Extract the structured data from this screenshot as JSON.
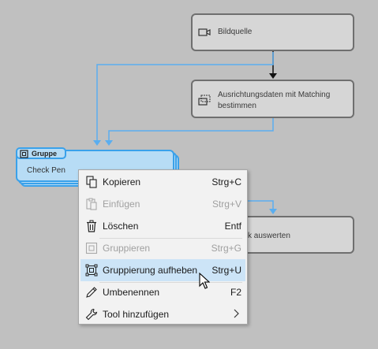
{
  "nodes": {
    "bildquelle": {
      "label": "Bildquelle"
    },
    "ausrichtung": {
      "label_line1": "Ausrichtungsdaten mit Matching",
      "label_line2": "bestimmen"
    },
    "auswerten": {
      "label": "k auswerten"
    }
  },
  "group": {
    "title": "Gruppe",
    "subtitle": "Check Pen"
  },
  "context_menu": {
    "items": [
      {
        "label": "Kopieren",
        "shortcut": "Strg+C",
        "icon": "copy-icon",
        "enabled": true
      },
      {
        "label": "Einfügen",
        "shortcut": "Strg+V",
        "icon": "paste-icon",
        "enabled": false
      },
      {
        "label": "Löschen",
        "shortcut": "Entf",
        "icon": "trash-icon",
        "enabled": true
      },
      {
        "label": "Gruppieren",
        "shortcut": "Strg+G",
        "icon": "group-icon",
        "enabled": false
      },
      {
        "label": "Gruppierung aufheben",
        "shortcut": "Strg+U",
        "icon": "ungroup-icon",
        "enabled": true,
        "highlighted": true
      },
      {
        "label": "Umbenennen",
        "shortcut": "F2",
        "icon": "pencil-icon",
        "enabled": true
      },
      {
        "label": "Tool hinzufügen",
        "shortcut": "",
        "icon": "wrench-icon",
        "enabled": true,
        "submenu": true
      }
    ]
  },
  "colors": {
    "canvas": "#c0c0c0",
    "node_fill": "#d6d6d6",
    "node_border": "#6f6f6f",
    "group_fill": "#b7dcf5",
    "group_border": "#3aa1ea",
    "link_blue": "#5aaef0",
    "menu_highlight": "#cce4f7"
  }
}
